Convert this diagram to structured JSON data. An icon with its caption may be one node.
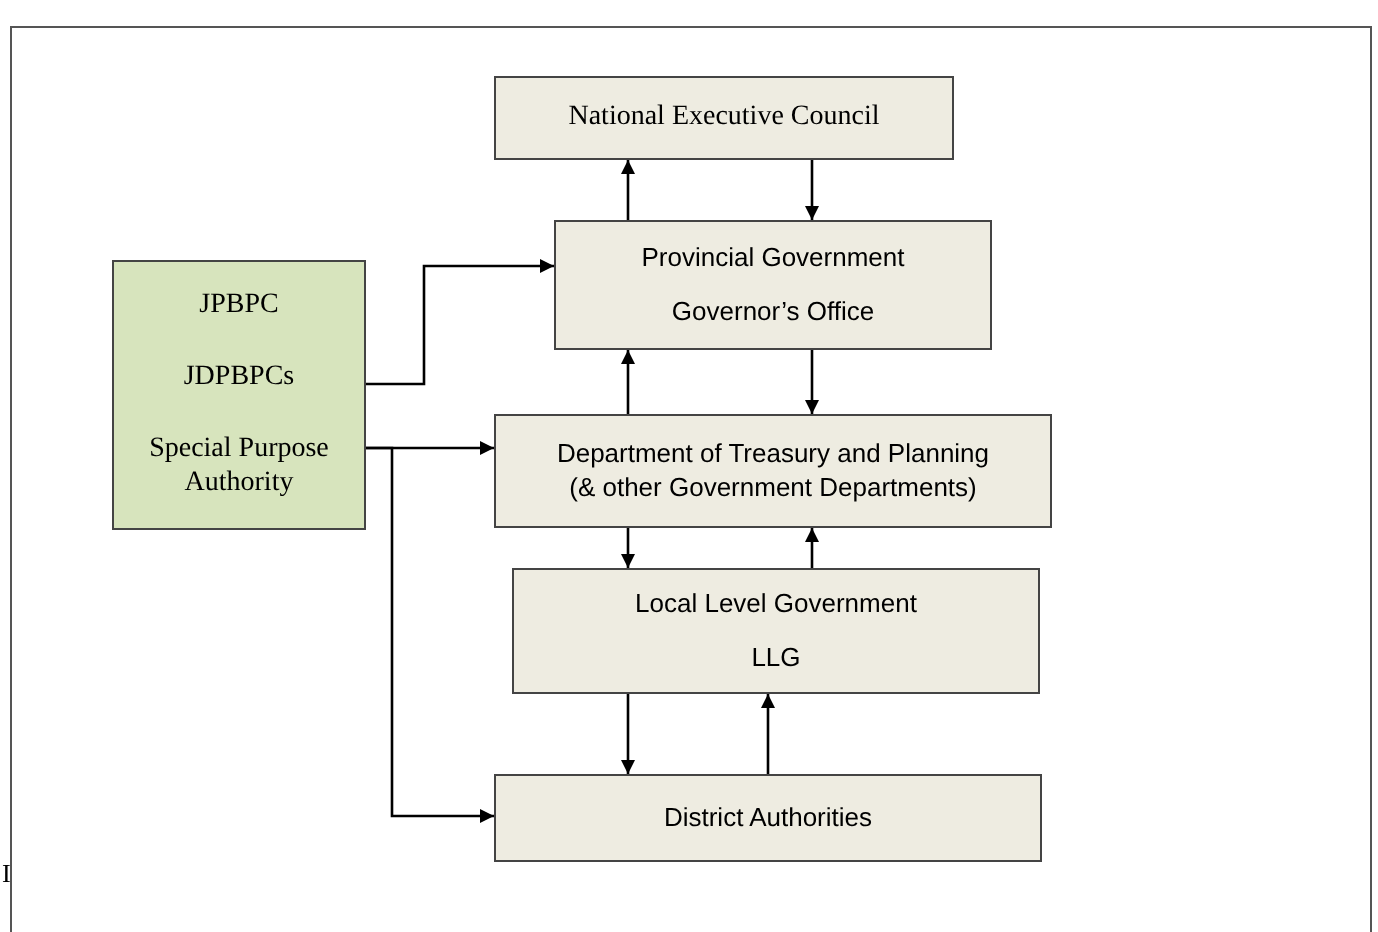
{
  "diagram": {
    "nodes": [
      {
        "text": [
          "National Executive Council"
        ]
      },
      {
        "text": [
          "Provincial Government",
          "Governor’s Office"
        ]
      },
      {
        "text": [
          "Department of Treasury and Planning (& other Government Departments)"
        ]
      },
      {
        "text": [
          "Local Level Government",
          "LLG"
        ]
      },
      {
        "text": [
          "District Authorities"
        ]
      },
      {
        "text": [
          "JPBPC",
          "JDPBPCs",
          "Special Purpose Authority"
        ]
      }
    ],
    "edges": [
      {
        "from": 1,
        "to": 0,
        "arrow": "to"
      },
      {
        "from": 0,
        "to": 1,
        "arrow": "to"
      },
      {
        "from": 2,
        "to": 1,
        "arrow": "to"
      },
      {
        "from": 1,
        "to": 2,
        "arrow": "to"
      },
      {
        "from": 2,
        "to": 3,
        "arrow": "to"
      },
      {
        "from": 3,
        "to": 2,
        "arrow": "to"
      },
      {
        "from": 3,
        "to": 4,
        "arrow": "to"
      },
      {
        "from": 4,
        "to": 3,
        "arrow": "to"
      },
      {
        "from": 5,
        "to": 1,
        "arrow": "to"
      },
      {
        "from": 5,
        "to": 2,
        "arrow": "to"
      },
      {
        "from": 5,
        "to": 4,
        "arrow": "to"
      }
    ],
    "labels": [
      "I"
    ]
  }
}
